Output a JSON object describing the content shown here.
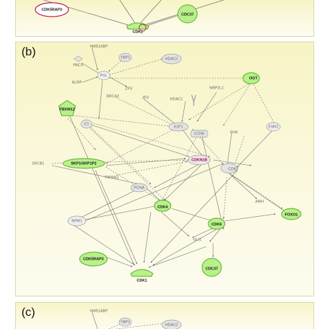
{
  "panels": {
    "top": {
      "nodes": [
        {
          "id": "CDK5RAP3",
          "label": "CDK5RAP3",
          "highlight": false,
          "red": true
        },
        {
          "id": "CDK1",
          "label": "CDK1",
          "highlight": true
        },
        {
          "id": "CDC37",
          "label": "CDC37",
          "highlight": true
        }
      ]
    },
    "b": {
      "label": "(b)",
      "nodes": [
        {
          "id": "NM51ABP",
          "label": "NM51ABP",
          "highlight": false
        },
        {
          "id": "YBP1",
          "label": "YBP1",
          "highlight": false
        },
        {
          "id": "PACX",
          "label": "PACX",
          "highlight": false
        },
        {
          "id": "HDAC2",
          "label": "HDAC2",
          "highlight": false
        },
        {
          "id": "NLRP",
          "label": "NLRP",
          "highlight": false
        },
        {
          "id": "PGL",
          "label": "PGL",
          "highlight": false
        },
        {
          "id": "ZP3",
          "label": "ZP3",
          "highlight": false
        },
        {
          "id": "OGT",
          "label": "OGT",
          "highlight": true
        },
        {
          "id": "NRP2L1",
          "label": "NRP2L1",
          "highlight": false
        },
        {
          "id": "FBXW12",
          "label": "FBXW12",
          "highlight": true
        },
        {
          "id": "BRCA2",
          "label": "BRCA2",
          "highlight": false
        },
        {
          "id": "JP3",
          "label": "JP3",
          "highlight": false
        },
        {
          "id": "HDAC1",
          "label": "HDAC1",
          "highlight": false
        },
        {
          "id": "C1",
          "label": "C1",
          "highlight": false
        },
        {
          "id": "E2F1",
          "label": "E2F1",
          "highlight": false
        },
        {
          "id": "CCNE",
          "label": "CCNE",
          "highlight": false
        },
        {
          "id": "FHA",
          "label": "FHA",
          "highlight": false
        },
        {
          "id": "ESR2",
          "label": "ESR2",
          "highlight": false
        },
        {
          "id": "SRCB1",
          "label": "SRCB1",
          "highlight": false
        },
        {
          "id": "SKP1",
          "label": "SKP1/SKP1P2",
          "highlight": true
        },
        {
          "id": "CDKN1B",
          "label": "CDKN1B",
          "highlight": false,
          "red": true
        },
        {
          "id": "CDK2",
          "label": "CDK2",
          "highlight": false
        },
        {
          "id": "YWHAQ",
          "label": "YWHAQ",
          "highlight": false
        },
        {
          "id": "AMH",
          "label": "AMH",
          "highlight": false
        },
        {
          "id": "PCNA",
          "label": "PCNA",
          "highlight": false
        },
        {
          "id": "CDK4",
          "label": "CDK4",
          "highlight": true
        },
        {
          "id": "NPM1",
          "label": "NPM1",
          "highlight": false
        },
        {
          "id": "FOXO1",
          "label": "FOXO1",
          "highlight": true
        },
        {
          "id": "CDK6",
          "label": "CDK6",
          "highlight": true
        },
        {
          "id": "GLI1",
          "label": "GLI1",
          "highlight": false
        },
        {
          "id": "CDK5RAP3",
          "label": "CDK5RAP3",
          "highlight": true
        },
        {
          "id": "CDC37",
          "label": "CDC37",
          "highlight": true
        },
        {
          "id": "CDK1",
          "label": "CDK1",
          "highlight": true
        }
      ]
    },
    "c": {
      "label": "(c)",
      "nodes": [
        {
          "id": "NM51ABP",
          "label": "NM51ABP",
          "highlight": false
        },
        {
          "id": "YBP1",
          "label": "YBP1",
          "highlight": false
        },
        {
          "id": "HDAC2",
          "label": "HDAC2",
          "highlight": false
        }
      ]
    }
  },
  "colors": {
    "highlight_fill": "#b8f08a",
    "highlight_stroke": "#55aa22",
    "plain_fill": "#e4e4e4",
    "plain_stroke": "#9a9a9a",
    "red_stroke": "#c0185a",
    "edge": "#6b6b6b"
  }
}
